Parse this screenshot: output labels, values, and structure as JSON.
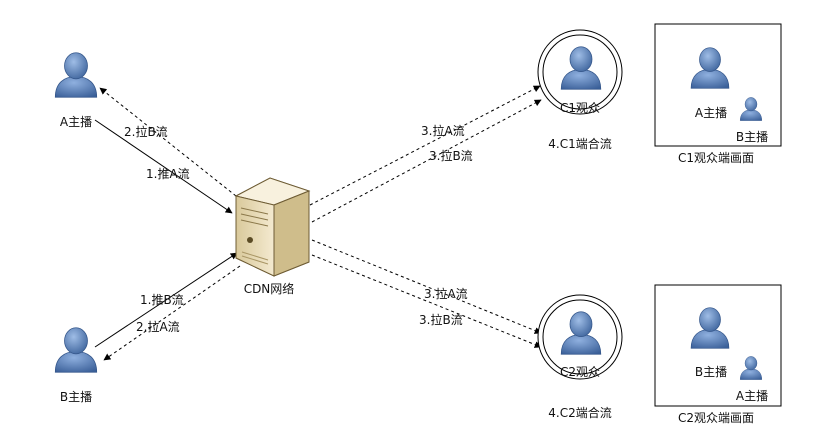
{
  "nodes": {
    "host_a": {
      "label": "A主播",
      "icon": "person-icon"
    },
    "host_b": {
      "label": "B主播",
      "icon": "person-icon"
    },
    "cdn": {
      "label": "CDN网络",
      "icon": "server-icon"
    },
    "viewer_c1": {
      "label": "C1观众",
      "icon": "person-icon"
    },
    "viewer_c2": {
      "label": "C2观众",
      "icon": "person-icon"
    }
  },
  "edges": {
    "a_push": "1.推A流",
    "a_pull": "2.拉B流",
    "b_push": "1.推B流",
    "b_pull": "2.拉A流",
    "c1_pull_a": "3.拉A流",
    "c1_pull_b": "3.拉B流",
    "c2_pull_a": "3.拉A流",
    "c2_pull_b": "3.拉B流"
  },
  "merge": {
    "c1": "4.C1端合流",
    "c2": "4.C2端合流"
  },
  "screens": {
    "c1": {
      "caption": "C1观众端画面",
      "main_label": "A主播",
      "sub_label": "B主播"
    },
    "c2": {
      "caption": "C2观众端画面",
      "main_label": "B主播",
      "sub_label": "A主播"
    }
  },
  "colors": {
    "person_fill": "#6f93c6",
    "person_dark": "#3f6aa8",
    "server_body": "#ede0bf",
    "server_front": "#f7efdb"
  }
}
